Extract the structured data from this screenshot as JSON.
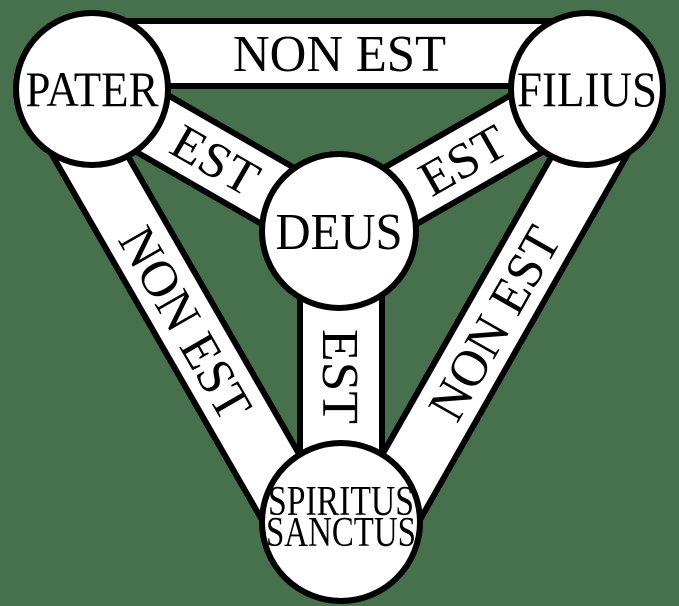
{
  "diagram": {
    "kind": "shield-of-the-trinity",
    "colors": {
      "background": "#47714d",
      "band_fill": "#ffffff",
      "line": "#000000"
    },
    "nodes": {
      "pater": {
        "label": "PATER"
      },
      "filius": {
        "label": "FILIUS"
      },
      "deus": {
        "label": "DEUS"
      },
      "spiritus": {
        "label_line1": "SPIRITUS",
        "label_line2": "SANCTUS"
      }
    },
    "edges": {
      "pater_filius": {
        "label": "NON EST"
      },
      "pater_spiritus": {
        "label": "NON EST"
      },
      "filius_spiritus": {
        "label": "NON EST"
      },
      "pater_deus": {
        "label": "EST"
      },
      "filius_deus": {
        "label": "EST"
      },
      "deus_spiritus": {
        "label": "EST"
      }
    }
  }
}
